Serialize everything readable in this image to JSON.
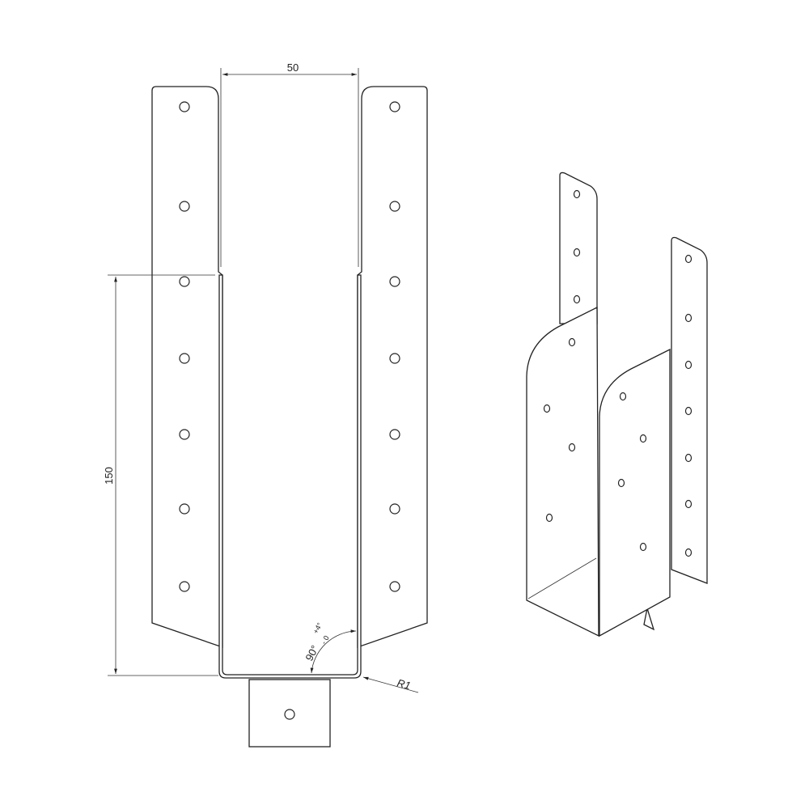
{
  "title": "Joist hanger technical drawing",
  "dimensions": {
    "width": "50",
    "height": "150",
    "angle": "90°",
    "angle_tol_plus": "+4°",
    "angle_tol_minus": "- 0",
    "radius": "R1"
  },
  "colors": {
    "line": "#222222",
    "background": "#ffffff"
  }
}
